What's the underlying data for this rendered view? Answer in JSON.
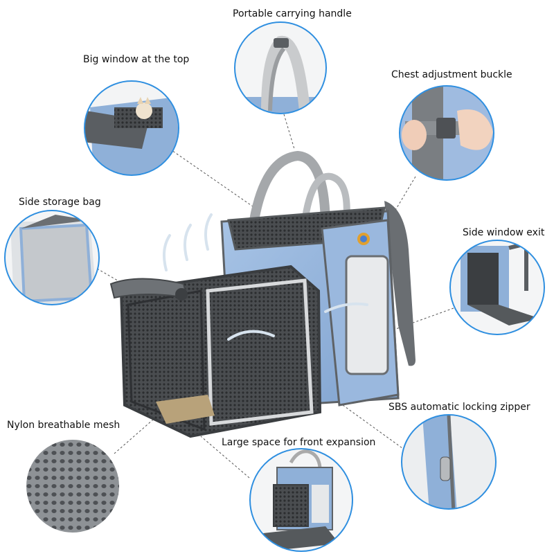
{
  "callouts": {
    "portable_handle": "Portable carrying handle",
    "big_window": "Big window at the top",
    "chest_buckle": "Chest adjustment buckle",
    "side_storage": "Side storage bag",
    "side_window": "Side window exit",
    "zipper": "SBS automatic locking zipper",
    "mesh": "Nylon breathable mesh",
    "front_expansion": "Large space for front expansion"
  },
  "colors": {
    "bag_blue": "#8fb0d8",
    "bag_grey": "#5f6366",
    "mesh_dark": "#3f4245",
    "trim_light": "#e4e6e8",
    "circle_border": "#2f8fe0"
  }
}
